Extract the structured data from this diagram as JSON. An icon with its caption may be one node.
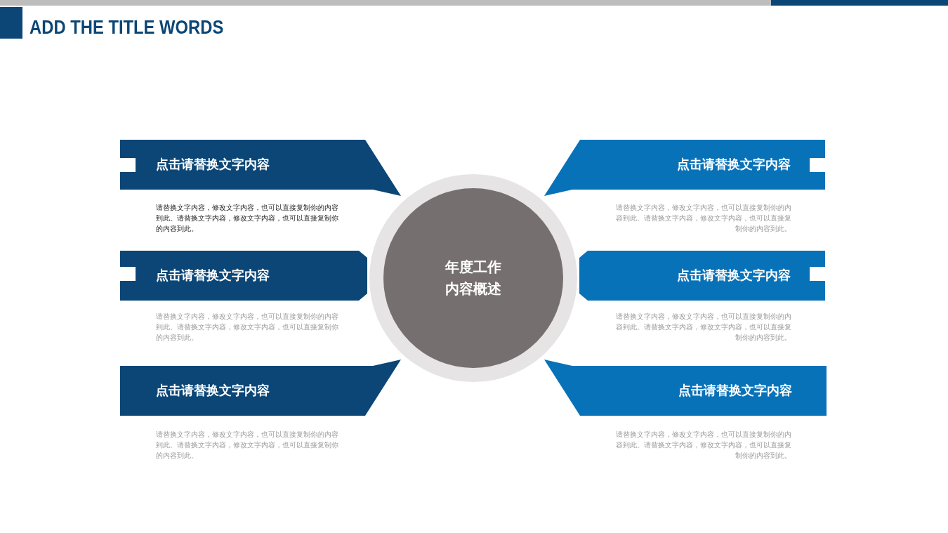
{
  "diagram": {
    "title": "ADD THE TITLE WORDS",
    "nodes": [
      {
        "text": [
          "年度工作内容概述"
        ]
      },
      {
        "text": [
          "点击请替换文字内容"
        ],
        "beside": [
          "请替换文字内容，修改文字内容，也可以直接复制你的内容到此。请替换文字内容，修改文字内容，也可以直接复制你的内容到此。"
        ]
      },
      {
        "text": [
          "点击请替换文字内容"
        ],
        "beside": [
          "请替换文字内容，修改文字内容，也可以直接复制你的内容到此。请替换文字内容，修改文字内容，也可以直接复制你的内容到此。"
        ]
      },
      {
        "text": [
          "点击请替换文字内容"
        ],
        "beside": [
          "请替换文字内容，修改文字内容，也可以直接复制你的内容到此。请替换文字内容，修改文字内容，也可以直接复制你的内容到此。"
        ]
      },
      {
        "text": [
          "点击请替换文字内容"
        ],
        "beside": [
          "请替换文字内容，修改文字内容，也可以直接复制你的内容到此。请替换文字内容，修改文字内容，也可以直接复制你的内容到此。"
        ]
      },
      {
        "text": [
          "点击请替换文字内容"
        ],
        "beside": [
          "请替换文字内容，修改文字内容，也可以直接复制你的内容到此。请替换文字内容，修改文字内容，也可以直接复制你的内容到此。"
        ]
      },
      {
        "text": [
          "点击请替换文字内容"
        ],
        "beside": [
          "请替换文字内容，修改文字内容，也可以直接复制你的内容到此。请替换文字内容，修改文字内容，也可以直接复制你的内容到此。"
        ]
      }
    ],
    "edges": []
  }
}
